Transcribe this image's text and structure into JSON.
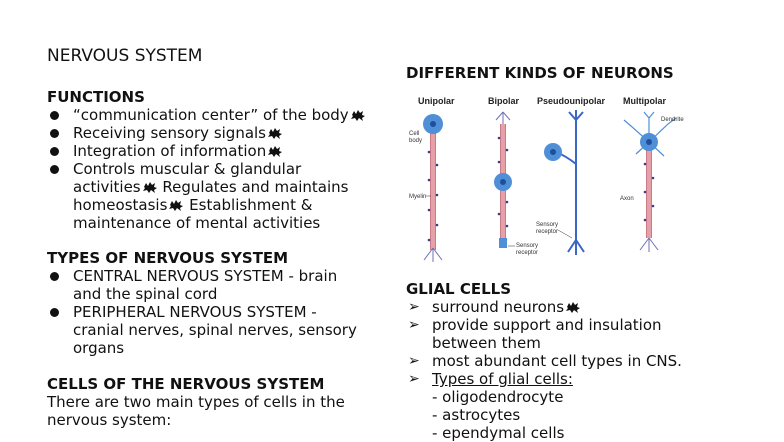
{
  "left": {
    "title": "NERVOUS SYSTEM",
    "functions": {
      "heading": "FUNCTIONS",
      "items": [
        {
          "lines": [
            "“communication center” of the body"
          ],
          "blob": true
        },
        {
          "lines": [
            "Receiving sensory signals"
          ],
          "blob": true
        },
        {
          "lines": [
            "Integration of information"
          ],
          "blob": true
        },
        {
          "line1": "Controls muscular & glandular",
          "line2": "activities",
          "line2b": "Regulates and maintains",
          "line3": "homeostasis",
          "line3b": "Establishment &",
          "line4": "maintenance of mental activities"
        }
      ]
    },
    "types": {
      "heading": "TYPES OF NERVOUS SYSTEM",
      "items": [
        {
          "line1": "CENTRAL NERVOUS SYSTEM - brain",
          "line2": "and the spinal cord"
        },
        {
          "line1": "PERIPHERAL NERVOUS SYSTEM -",
          "line2": "cranial nerves, spinal nerves, sensory",
          "line3": "organs"
        }
      ]
    },
    "cells": {
      "heading": "CELLS OF THE NERVOUS SYSTEM",
      "line1": "There are two main types of cells in the",
      "line2": "nervous system:"
    }
  },
  "right": {
    "neurons_heading": "DIFFERENT KINDS OF NEURONS",
    "figure": {
      "types": [
        "Unipolar",
        "Bipolar",
        "Pseudounipolar",
        "Multipolar"
      ],
      "labels": {
        "cell_body_1": "Cell",
        "cell_body_2": "body",
        "myelin": "Myelin",
        "dendrite": "Dendrite",
        "axon": "Axon",
        "sensory_receptor_1": "Sensory",
        "sensory_receptor_2": "receptor"
      }
    },
    "glial": {
      "heading": "GLIAL CELLS",
      "items": [
        {
          "text": "surround neurons",
          "blob": true
        },
        {
          "line1": "provide support and insulation",
          "line2": "between them"
        },
        {
          "text": "most abundant cell types in CNS."
        },
        {
          "text": "Types of glial cells: "
        }
      ],
      "subtypes": [
        "- oligodendrocyte",
        "- astrocytes",
        "- ependymal cells"
      ]
    }
  },
  "colors": {
    "text": "#111111",
    "neuron_body": "#4f8fd8",
    "myelin": "#e6a0a8",
    "background": "#ffffff"
  }
}
